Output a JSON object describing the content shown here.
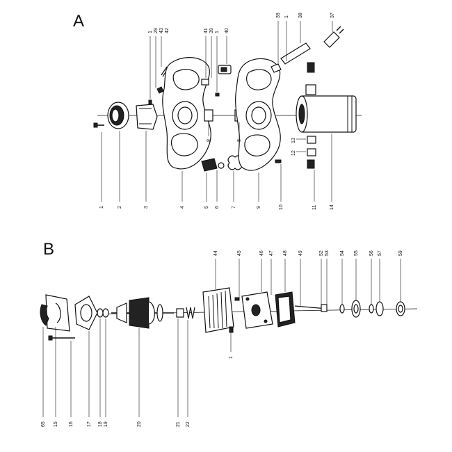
{
  "sections": {
    "a": "A",
    "b": "B"
  },
  "labels_a": {
    "bottom": [
      "1",
      "2",
      "3",
      "4",
      "5",
      "6",
      "7",
      "9",
      "10",
      "11",
      "14"
    ],
    "top": [
      "1",
      "29",
      "43",
      "42",
      "41",
      "39",
      "1",
      "40",
      "39",
      "1",
      "38",
      "37"
    ],
    "middle": [
      "8",
      "8",
      "13",
      "12"
    ]
  },
  "labels_b": {
    "bottom": [
      "65",
      "15",
      "16",
      "17",
      "18",
      "19",
      "20",
      "21",
      "22"
    ],
    "top": [
      "44",
      "45",
      "46",
      "47",
      "48",
      "49",
      "52",
      "53",
      "54",
      "55",
      "56",
      "57",
      "59"
    ],
    "middle": [
      "1"
    ]
  }
}
